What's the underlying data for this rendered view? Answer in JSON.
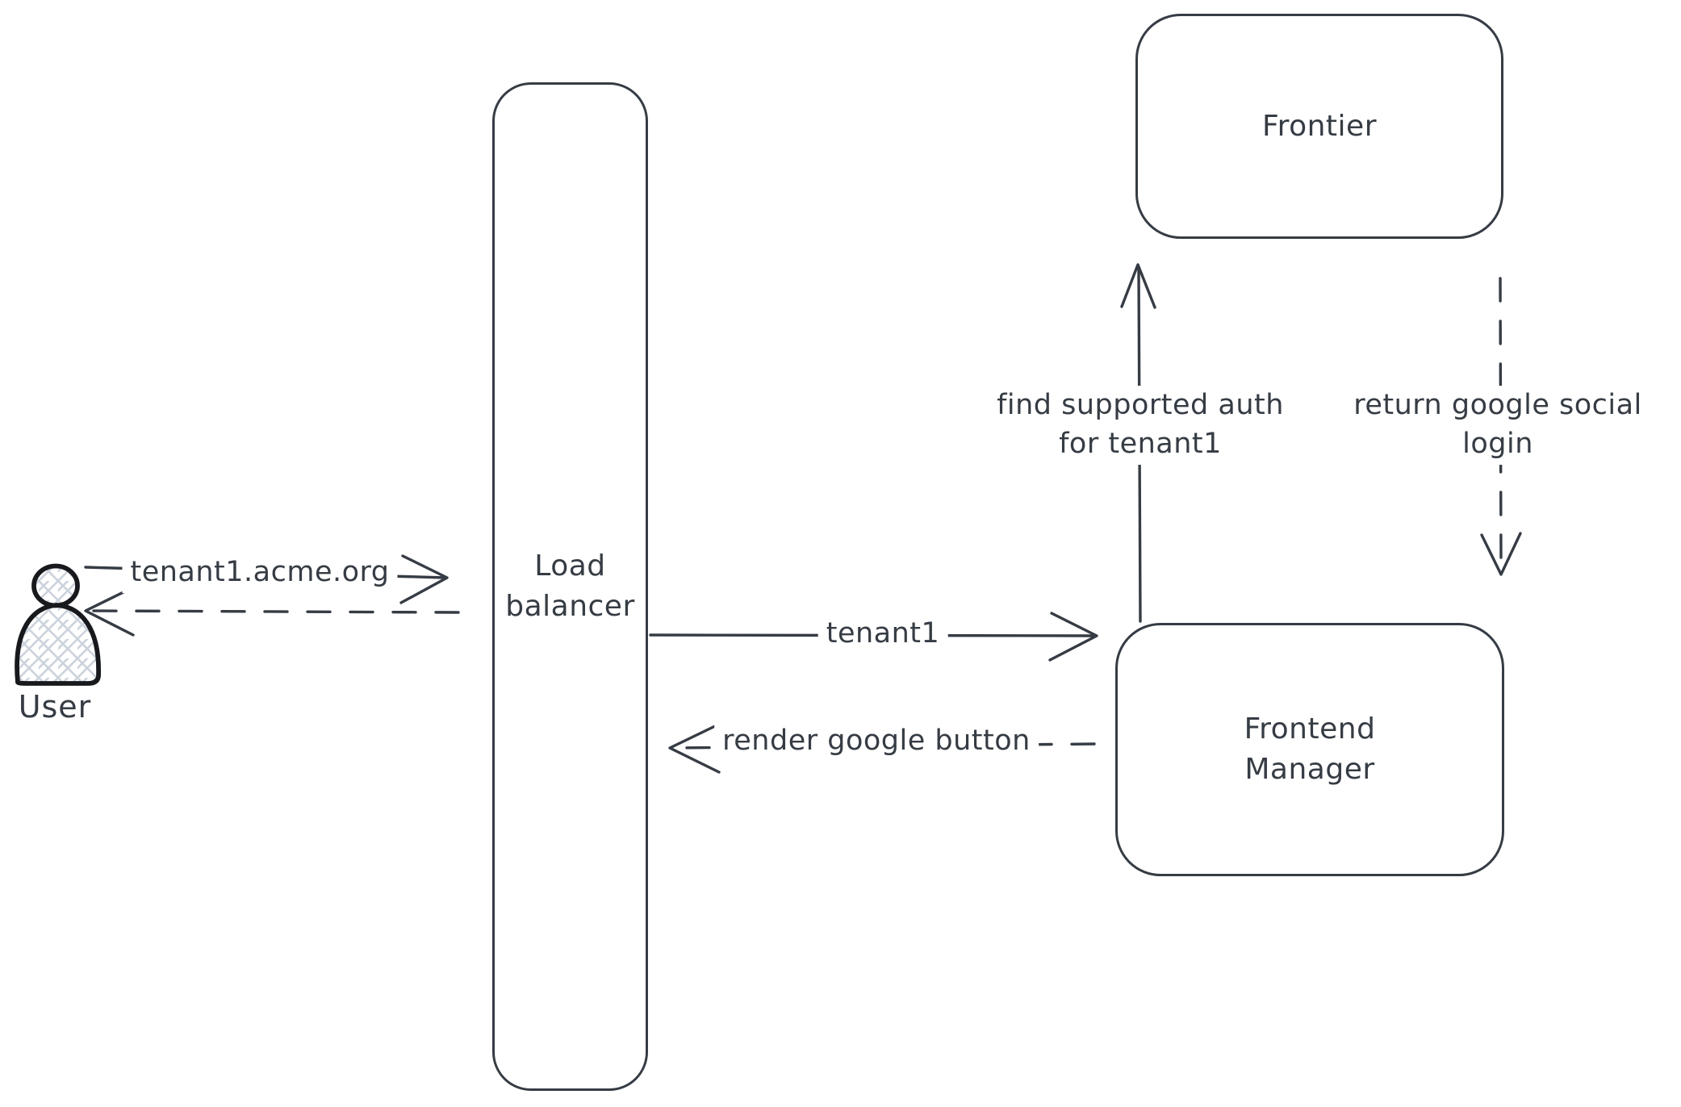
{
  "colors": {
    "stroke": "#363c44",
    "background": "#ffffff",
    "user_outline": "#17191d",
    "user_hatch": "#ccd3dc"
  },
  "nodes": {
    "user": {
      "label": "User"
    },
    "load_balancer": {
      "line1": "Load",
      "line2": "balancer"
    },
    "frontier": {
      "label": "Frontier"
    },
    "frontend_manager": {
      "line1": "Frontend",
      "line2": "Manager"
    }
  },
  "edges": {
    "request": {
      "label": "tenant1.acme.org",
      "style": "solid",
      "from": "User",
      "to": "Load balancer"
    },
    "response": {
      "label": "",
      "style": "dashed",
      "from": "Load balancer",
      "to": "User"
    },
    "tenant1": {
      "label": "tenant1",
      "style": "solid",
      "from": "Load balancer",
      "to": "Frontend Manager"
    },
    "render_google_button": {
      "label": "render google button",
      "style": "dashed",
      "from": "Frontend Manager",
      "to": "Load balancer"
    },
    "find_supported_auth": {
      "line1": "find supported auth",
      "line2": "for tenant1",
      "style": "solid",
      "from": "Frontend Manager",
      "to": "Frontier"
    },
    "return_google_social": {
      "line1": "return google social",
      "line2": "login",
      "style": "dashed",
      "from": "Frontier",
      "to": "Frontend Manager"
    }
  }
}
